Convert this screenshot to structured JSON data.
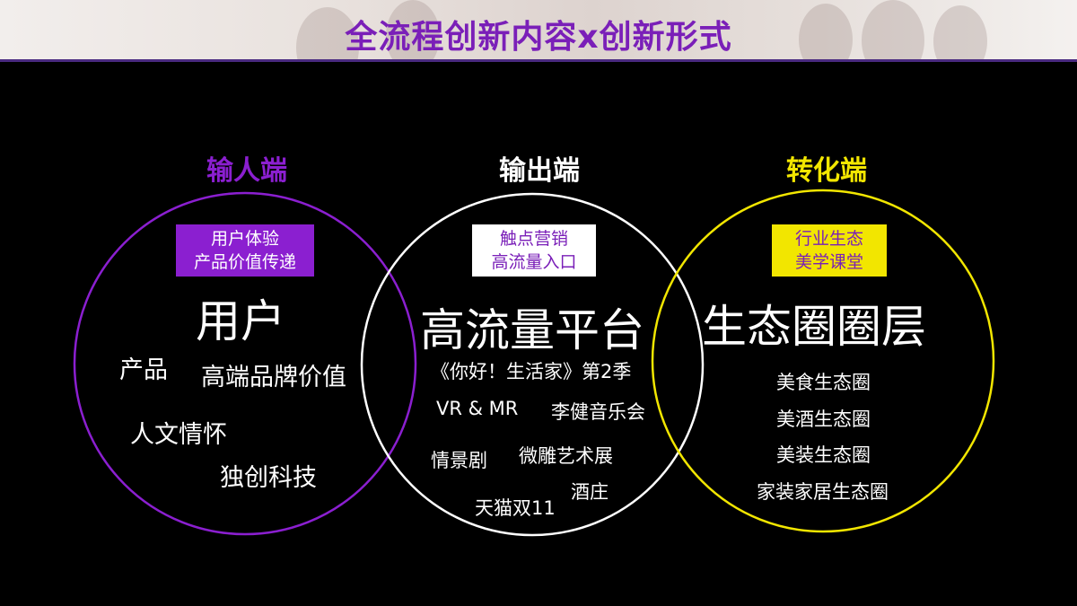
{
  "title": "全流程创新内容x创新形式",
  "colors": {
    "input": "#8b1fd0",
    "output": "#ffffff",
    "conversion": "#f2e600"
  },
  "input": {
    "heading": "输人端",
    "box_line1": "用户体验",
    "box_line2": "产品价值传递",
    "main": "用户",
    "items": [
      "产品",
      "高端品牌价值",
      "人文情怀",
      "独创科技"
    ]
  },
  "output": {
    "heading": "输出端",
    "box_line1": "触点营销",
    "box_line2": "高流量入口",
    "main": "高流量平台",
    "items": [
      "《你好！生活家》第2季",
      "VR & MR",
      "李健音乐会",
      "情景剧",
      "微雕艺术展",
      "天猫双11",
      "酒庄"
    ]
  },
  "conversion": {
    "heading": "转化端",
    "box_line1": "行业生态",
    "box_line2": "美学课堂",
    "main": "生态圈圈层",
    "items": [
      "美食生态圈",
      "美酒生态圈",
      "美装生态圈",
      "家装家居生态圈"
    ]
  }
}
